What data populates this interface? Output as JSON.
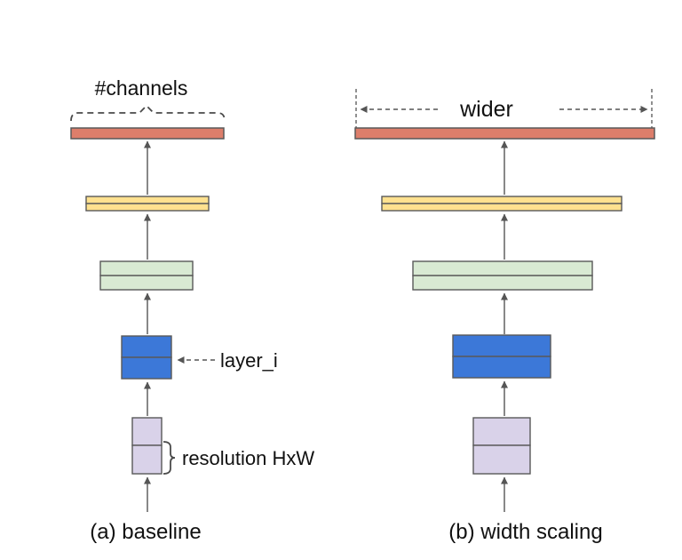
{
  "figure": {
    "description": "Model scaling diagram comparing a baseline network with a width-scaled network",
    "panel_a": {
      "caption": "(a) baseline",
      "channels_label": "#channels",
      "layer_label": "layer_i",
      "resolution_label": "resolution HxW"
    },
    "panel_b": {
      "caption": "(b) width scaling",
      "wider_label": "wider"
    }
  },
  "colors": {
    "top_bar": "#DD7E6B",
    "yellow_bar": "#FFE18F",
    "green_bar": "#D9EAD3",
    "blue_bar": "#3C78D8",
    "input_bar": "#D9D2E9",
    "box_border": "#595959",
    "arrow": "#555555",
    "text": "#111111"
  }
}
